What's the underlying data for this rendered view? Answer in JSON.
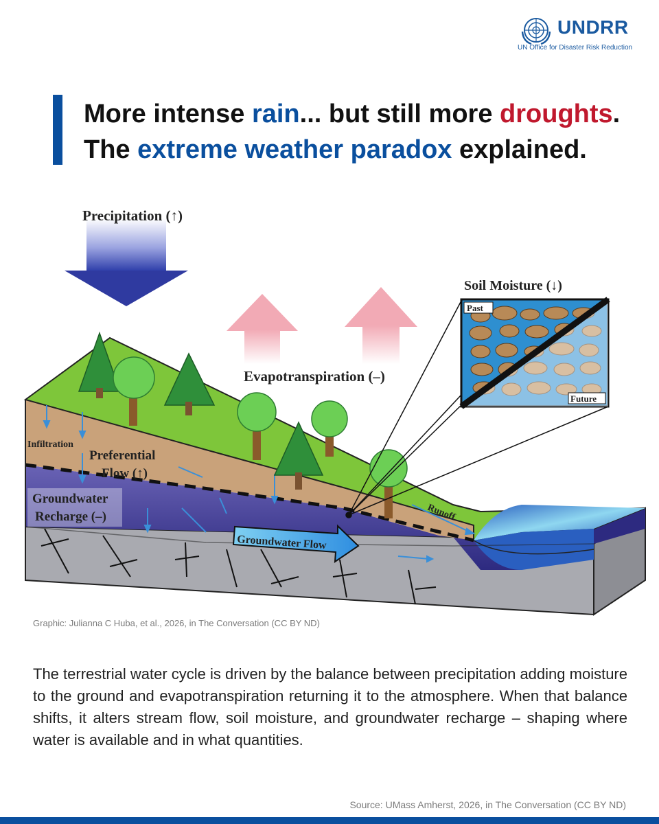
{
  "logo": {
    "name": "UNDRR",
    "subtitle": "UN Office for Disaster Risk Reduction",
    "color": "#1a5aa0"
  },
  "headline": {
    "line1_part1": "More intense ",
    "line1_rain": "rain",
    "line1_part2": "... but still more ",
    "line1_droughts": "droughts",
    "line1_end": ".",
    "line2_part1": "The ",
    "line2_highlight": "extreme weather paradox",
    "line2_end": " explained.",
    "accent_blue": "#0a4f9e",
    "accent_red": "#c0182d"
  },
  "diagram": {
    "precipitation": "Precipitation (↑)",
    "evapotranspiration": "Evapotranspiration (–)",
    "soil_moisture": "Soil Moisture (↓)",
    "past": "Past",
    "future": "Future",
    "infiltration": "Infiltration",
    "preferential_line1": "Preferential",
    "preferential_line2": "Flow (↑)",
    "groundwater_line1": "Groundwater",
    "groundwater_line2": "Recharge (–)",
    "groundwater_flow": "Groundwater Flow",
    "runoff": "Runoff"
  },
  "credit": "Graphic: Julianna C Huba, et al., 2026, in The Conversation (CC BY ND)",
  "body": "The terrestrial water cycle is driven by the balance between precipitation adding moisture to the ground and evapotranspiration returning it to the atmosphere. When that balance shifts, it alters stream flow, soil moisture, and groundwater recharge – shaping where water is available and in what quantities.",
  "source": "Source: UMass Amherst, 2026, in The Conversation (CC BY ND)"
}
